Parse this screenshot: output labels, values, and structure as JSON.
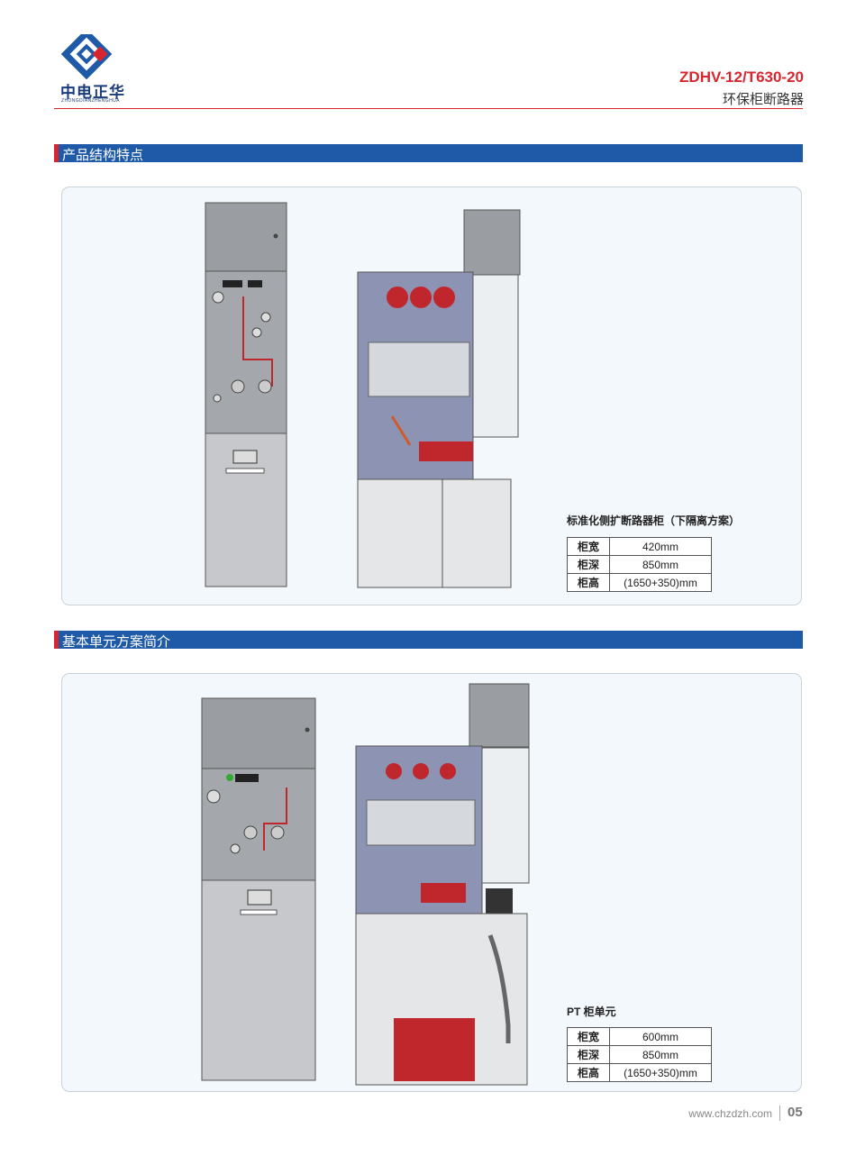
{
  "header": {
    "brand_cn": "中电正华",
    "brand_en": "ZHONGDIANZHENGHUA",
    "model": "ZDHV-12/T630-20",
    "subtitle": "环保柜断路器"
  },
  "colors": {
    "brand_blue": "#1e5aa8",
    "accent_red": "#d8262f",
    "panel_bg": "#f3f8fc"
  },
  "sections": [
    {
      "title": "产品结构特点"
    },
    {
      "title": "基本单元方案简介"
    }
  ],
  "panels": [
    {
      "caption": "标准化侧扩断路器柜（下隔离方案）",
      "specs": [
        {
          "key": "柜宽",
          "value": "420mm"
        },
        {
          "key": "柜深",
          "value": "850mm"
        },
        {
          "key": "柜高",
          "value": "(1650+350)mm"
        }
      ]
    },
    {
      "caption": "PT 柜单元",
      "specs": [
        {
          "key": "柜宽",
          "value": "600mm"
        },
        {
          "key": "柜深",
          "value": "850mm"
        },
        {
          "key": "柜高",
          "value": "(1650+350)mm"
        }
      ]
    }
  ],
  "footer": {
    "url": "www.chzdzh.com",
    "page": "05"
  }
}
